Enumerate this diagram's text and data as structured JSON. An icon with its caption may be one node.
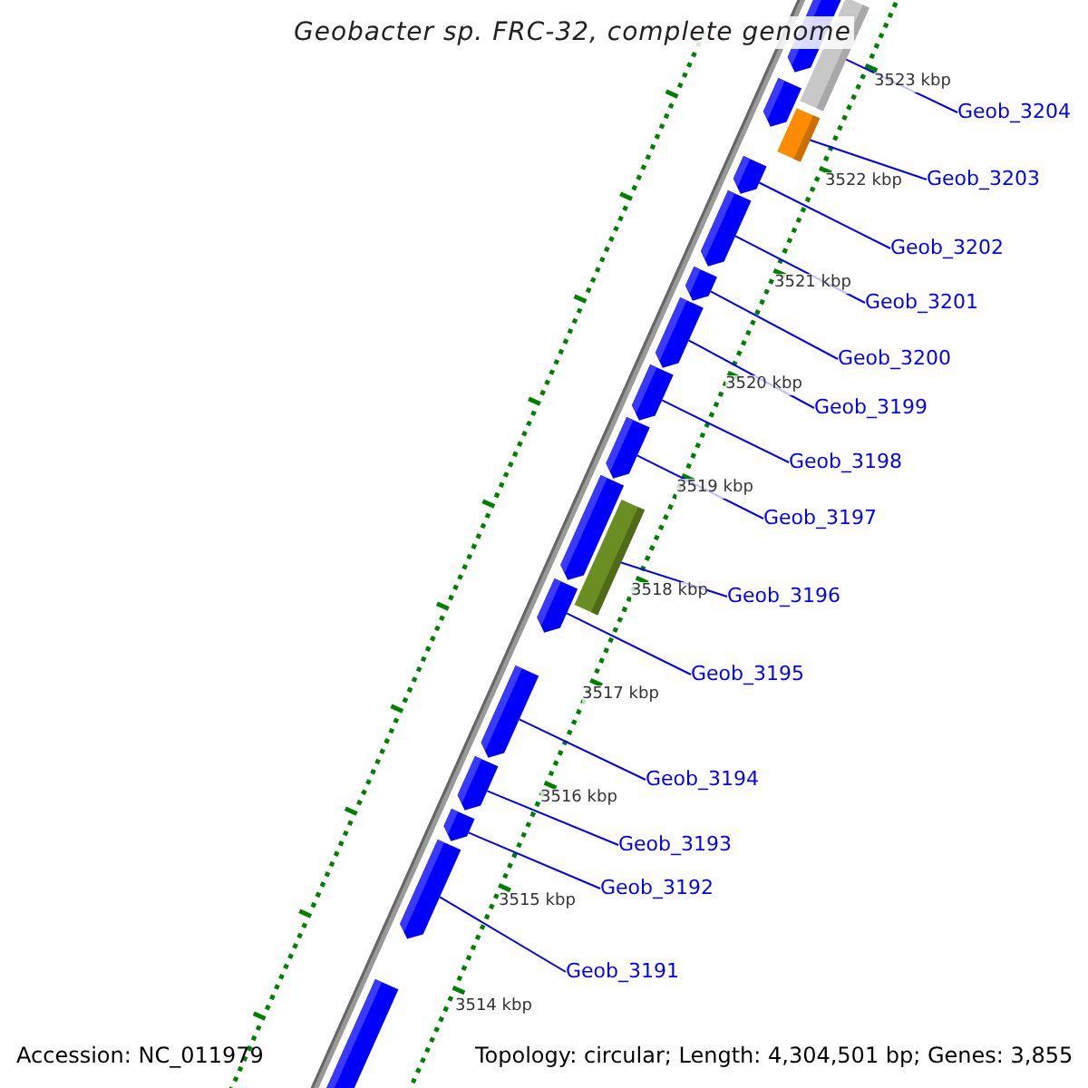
{
  "diagram": {
    "title": "Geobacter sp. FRC-32, complete genome",
    "nodes": [
      {
        "text": [
          "Geob_3204"
        ]
      },
      {
        "text": [
          "Geob_3203"
        ]
      },
      {
        "text": [
          "Geob_3202"
        ]
      },
      {
        "text": [
          "Geob_3201"
        ]
      },
      {
        "text": [
          "Geob_3200"
        ]
      },
      {
        "text": [
          "Geob_3199"
        ]
      },
      {
        "text": [
          "Geob_3198"
        ]
      },
      {
        "text": [
          "Geob_3197"
        ]
      },
      {
        "text": [
          "Geob_3196"
        ]
      },
      {
        "text": [
          "Geob_3195"
        ]
      },
      {
        "text": [
          "Geob_3194"
        ]
      },
      {
        "text": [
          "Geob_3193"
        ]
      },
      {
        "text": [
          "Geob_3192"
        ]
      },
      {
        "text": [
          "Geob_3191"
        ]
      },
      {
        "text": [],
        "shape": "pentagon"
      },
      {
        "text": [],
        "shape": "bar"
      },
      {
        "text": [],
        "shape": "pentagon"
      },
      {
        "text": [],
        "shape": "bar"
      },
      {
        "text": [],
        "shape": "pentagon"
      },
      {
        "text": [],
        "shape": "pentagon"
      },
      {
        "text": [],
        "shape": "pentagon"
      },
      {
        "text": [],
        "shape": "pentagon"
      },
      {
        "text": [],
        "shape": "pentagon"
      },
      {
        "text": [],
        "shape": "pentagon"
      },
      {
        "text": [],
        "shape": "pentagon"
      },
      {
        "text": [],
        "shape": "bar"
      },
      {
        "text": [],
        "shape": "pentagon"
      },
      {
        "text": [],
        "shape": "pentagon"
      },
      {
        "text": [],
        "shape": "pentagon"
      },
      {
        "text": [],
        "shape": "pentagon"
      },
      {
        "text": [],
        "shape": "pentagon"
      },
      {
        "text": [],
        "shape": "pentagon"
      }
    ],
    "edges": [
      {
        "from": 0,
        "to": 15,
        "arrow": "none"
      },
      {
        "from": 1,
        "to": 17,
        "arrow": "none"
      },
      {
        "from": 2,
        "to": 18,
        "arrow": "none"
      },
      {
        "from": 3,
        "to": 19,
        "arrow": "none"
      },
      {
        "from": 4,
        "to": 20,
        "arrow": "none"
      },
      {
        "from": 5,
        "to": 21,
        "arrow": "none"
      },
      {
        "from": 6,
        "to": 22,
        "arrow": "none"
      },
      {
        "from": 7,
        "to": 23,
        "arrow": "none"
      },
      {
        "from": 8,
        "to": 25,
        "arrow": "none"
      },
      {
        "from": 9,
        "to": 26,
        "arrow": "none"
      },
      {
        "from": 10,
        "to": 27,
        "arrow": "none"
      },
      {
        "from": 11,
        "to": 28,
        "arrow": "none"
      },
      {
        "from": 12,
        "to": 29,
        "arrow": "none"
      },
      {
        "from": 13,
        "to": 30,
        "arrow": "none"
      }
    ],
    "labels": [
      "3523 kbp",
      "3522 kbp",
      "3521 kbp",
      "3520 kbp",
      "3519 kbp",
      "3518 kbp",
      "3517 kbp",
      "3516 kbp",
      "3515 kbp",
      "3514 kbp",
      "Accession: NC_011979",
      "Topology: circular; Length: 4,304,501 bp; Genes: 3,855"
    ]
  }
}
